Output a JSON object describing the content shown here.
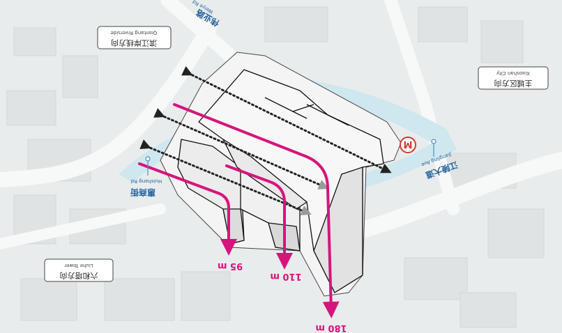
{
  "colors": {
    "background": "#e9ecec",
    "road": "#f7f8f8",
    "water": "#cfe7ee",
    "building": "#f3f4f4",
    "arrow": "#d6157c",
    "sightline": "#222222",
    "metro": "#d43a2f"
  },
  "labels": {
    "qiantang_zh": "滨江岸线方向",
    "qiantang_en": "Qiantang Riverside",
    "xiaoshan_zh": "主城区方向",
    "xiaoshan_en": "Xiaoshan City",
    "liuhe_zh": "六和塔方向",
    "liuhe_en": "Liuhe Tower",
    "road_weiye_zh": "伟业路",
    "road_weiye_en": "Weiye Rd",
    "road_huishang_zh": "惠商街",
    "road_huishang_en": "Huishang Rd",
    "road_jiangling_zh": "江陵大道",
    "road_jiangling_en": "Jiangling Ave",
    "metro": "M"
  },
  "height_labels": {
    "h95": "95 m",
    "h110": "110 m",
    "h180": "180 m"
  },
  "building_heights_m": [
    95,
    110,
    180
  ],
  "icons": [
    "metro-icon",
    "location-pin-icon"
  ]
}
